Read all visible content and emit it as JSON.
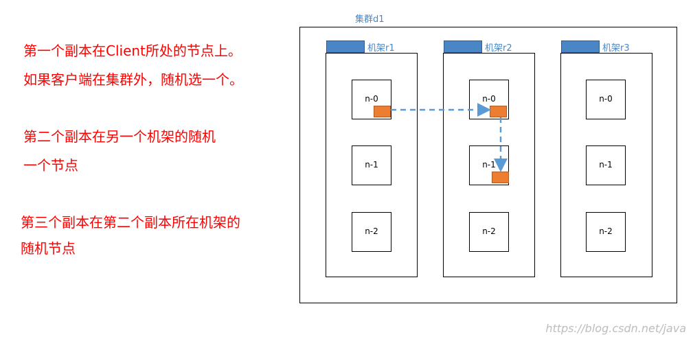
{
  "notes": {
    "line1": "第一个副本在Client所处的节点上。",
    "line2": "如果客户端在集群外，随机选一个。",
    "line3": "第二个副本在另一个机架的随机",
    "line4": "一个节点",
    "line5": "第三个副本在第二个副本所在机架的",
    "line6": "随机节点"
  },
  "cluster": {
    "label": "集群d1",
    "racks": [
      {
        "label": "机架r1",
        "nodes": [
          "n-0",
          "n-1",
          "n-2"
        ]
      },
      {
        "label": "机架r2",
        "nodes": [
          "n-0",
          "n-1",
          "n-2"
        ]
      },
      {
        "label": "机架r3",
        "nodes": [
          "n-0",
          "n-1",
          "n-2"
        ]
      }
    ]
  },
  "colors": {
    "text": "#ff0000",
    "rack_tab": "#4a86c5",
    "replica": "#ed7d31",
    "arrow": "#5b9bd5"
  },
  "watermark": "https://blog.csdn.net/java"
}
